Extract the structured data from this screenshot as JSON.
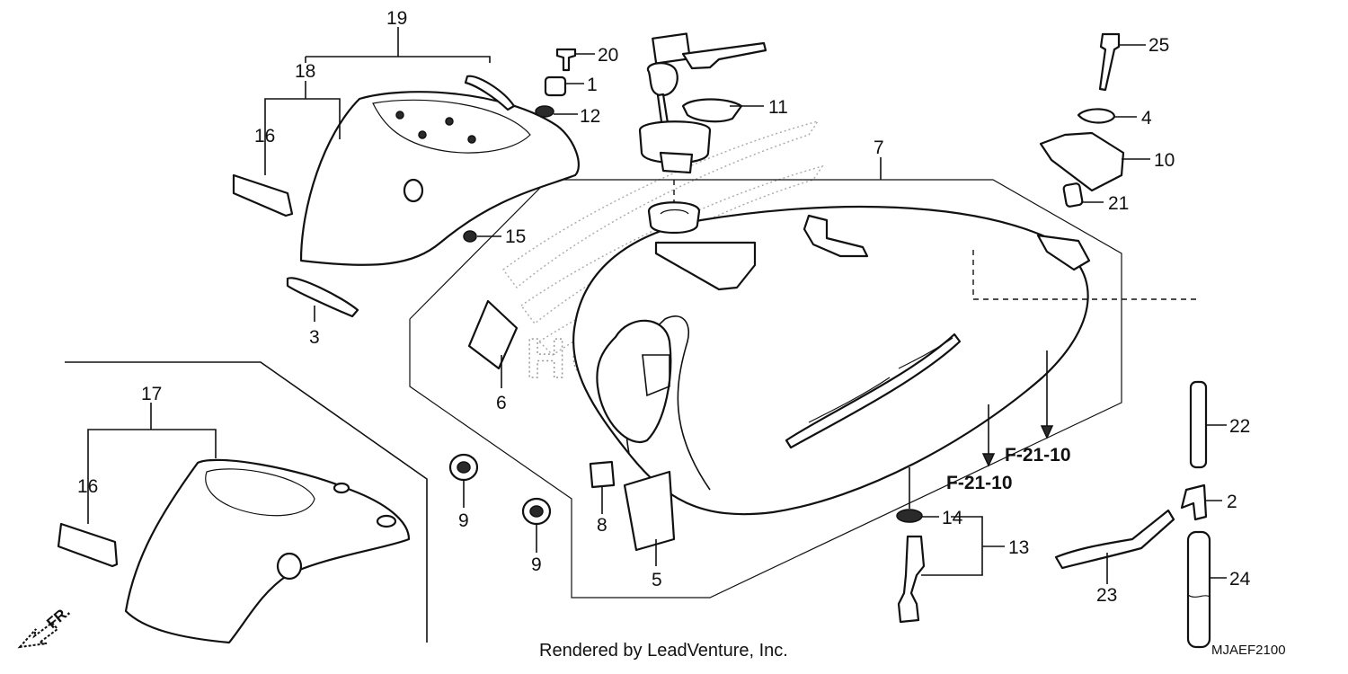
{
  "callouts": {
    "c1": "1",
    "c2": "2",
    "c3": "3",
    "c4": "4",
    "c5": "5",
    "c6": "6",
    "c7": "7",
    "c8": "8",
    "c9a": "9",
    "c9b": "9",
    "c10": "10",
    "c11": "11",
    "c12": "12",
    "c13": "13",
    "c14": "14",
    "c15": "15",
    "c16a": "16",
    "c16b": "16",
    "c17": "17",
    "c18": "18",
    "c19": "19",
    "c20": "20",
    "c21": "21",
    "c22": "22",
    "c23": "23",
    "c24": "24",
    "c25": "25"
  },
  "references": {
    "ref_upper": "F-21-10",
    "ref_lower": "F-21-10"
  },
  "watermark": "HONDA",
  "direction_label": "FR.",
  "footer": "Rendered by LeadVenture, Inc.",
  "diagram_code": "MJAEF2100"
}
